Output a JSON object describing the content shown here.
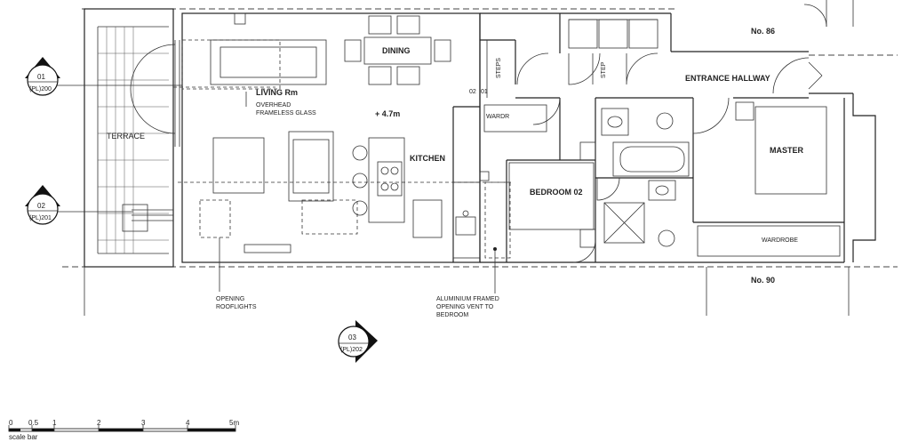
{
  "rooms": {
    "living": "LIVING Rm",
    "dining": "DINING",
    "kitchen": "KITCHEN",
    "terrace": "TERRACE",
    "bedroom02": "BEDROOM 02",
    "master": "MASTER",
    "entrance": "ENTRANCE HALLWAY",
    "wardrobe_small": "WARDR",
    "wardrobe": "WARDROBE"
  },
  "notes": {
    "glass_1": "OVERHEAD",
    "glass_2": "FRAMELESS GLASS",
    "height": "+ 4.7m",
    "steps": "STEPS",
    "step": "STEP",
    "num_02": "02",
    "num_01": "01",
    "rooflights_1": "OPENING",
    "rooflights_2": "ROOFLIGHTS",
    "vent_1": "ALUMINIUM FRAMED",
    "vent_2": "OPENING VENT TO",
    "vent_3": "BEDROOM"
  },
  "neighbours": {
    "no86": "No. 86",
    "no90": "No. 90"
  },
  "section_markers": [
    {
      "num": "01",
      "ref": "(PL)200"
    },
    {
      "num": "02",
      "ref": "(PL)201"
    },
    {
      "num": "03",
      "ref": "(PL)202"
    }
  ],
  "scale_bar": {
    "ticks": [
      "0",
      "0.5",
      "1",
      "2",
      "3",
      "4",
      "5m"
    ],
    "label": "scale bar"
  }
}
